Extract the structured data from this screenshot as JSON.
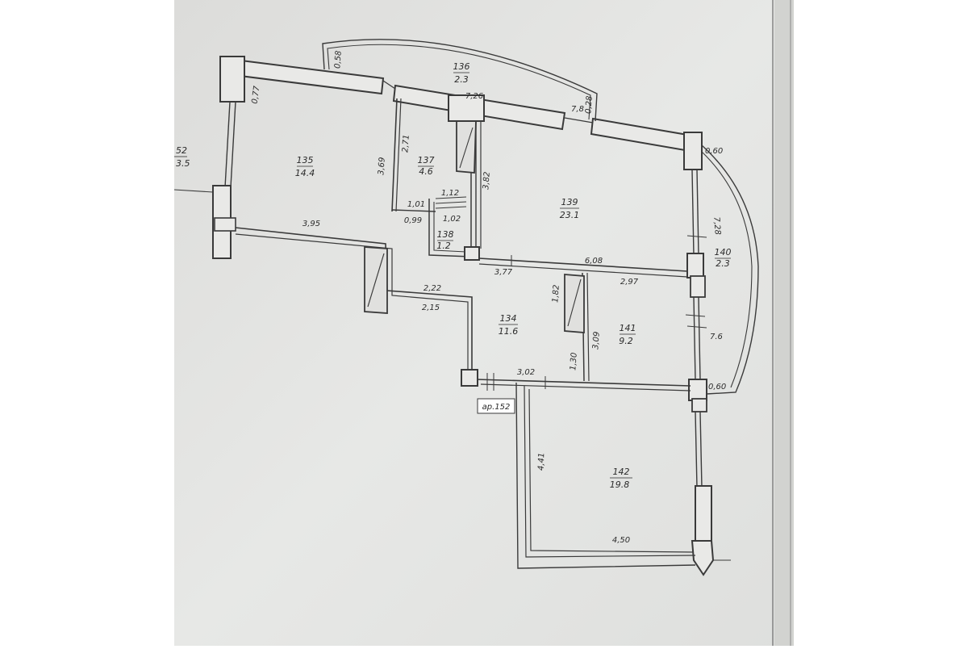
{
  "colors": {
    "paper": "#e6e7e5",
    "background": "#ffffff",
    "ink": "#2c2c2c",
    "wall": "#3a3a3a",
    "edge_margin": "#c9c9c6"
  },
  "rooms": [
    {
      "id": "r135",
      "number": "135",
      "area": "14.4"
    },
    {
      "id": "r136",
      "number": "136",
      "area": "2.3"
    },
    {
      "id": "r137",
      "number": "137",
      "area": "4.6"
    },
    {
      "id": "r138",
      "number": "138",
      "area": "1.2"
    },
    {
      "id": "r139",
      "number": "139",
      "area": "23.1"
    },
    {
      "id": "r140",
      "number": "140",
      "area": "2.3"
    },
    {
      "id": "r134",
      "number": "134",
      "area": "11.6"
    },
    {
      "id": "r141",
      "number": "141",
      "area": "9.2"
    },
    {
      "id": "r142",
      "number": "142",
      "area": "19.8"
    },
    {
      "id": "r152",
      "number": "52",
      "area": "3.5"
    }
  ],
  "dimensions": [
    {
      "id": "d077",
      "text": "0,77"
    },
    {
      "id": "d058",
      "text": "0,58"
    },
    {
      "id": "d726",
      "text": "7,26"
    },
    {
      "id": "d78",
      "text": "7,8"
    },
    {
      "id": "d028",
      "text": "0,28"
    },
    {
      "id": "d060a",
      "text": "0,60"
    },
    {
      "id": "d369",
      "text": "3,69"
    },
    {
      "id": "d271",
      "text": "2,71"
    },
    {
      "id": "d382",
      "text": "3,82"
    },
    {
      "id": "d101",
      "text": "1,01"
    },
    {
      "id": "d112",
      "text": "1,12"
    },
    {
      "id": "d099",
      "text": "0,99"
    },
    {
      "id": "d102",
      "text": "1,02"
    },
    {
      "id": "d395",
      "text": "3,95"
    },
    {
      "id": "d728",
      "text": "7,28"
    },
    {
      "id": "d377",
      "text": "3,77"
    },
    {
      "id": "d608",
      "text": "6,08"
    },
    {
      "id": "d297",
      "text": "2,97"
    },
    {
      "id": "d222",
      "text": "2,22"
    },
    {
      "id": "d215",
      "text": "2,15"
    },
    {
      "id": "d182",
      "text": "1,82"
    },
    {
      "id": "d309",
      "text": "3,09"
    },
    {
      "id": "d130",
      "text": "1,30"
    },
    {
      "id": "d302",
      "text": "3,02"
    },
    {
      "id": "d76",
      "text": "7.6"
    },
    {
      "id": "d060b",
      "text": "0,60"
    },
    {
      "id": "d441",
      "text": "4,41"
    },
    {
      "id": "d450",
      "text": "4,50"
    }
  ],
  "labels": {
    "apartment": "ар.152"
  }
}
